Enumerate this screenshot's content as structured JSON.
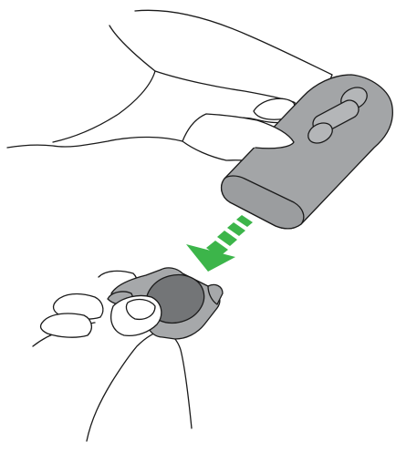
{
  "figure": {
    "colors": {
      "background": "#ffffff",
      "outline": "#1a1a1a",
      "remote_body": "#a3a5a7",
      "remote_end": "#9b9d9f",
      "remote_buttons": "#b4b6b8",
      "battery": "#737577",
      "battery_holder": "#a6a8aa",
      "arrow": "#3cb54a"
    },
    "icons": [
      "right-hand",
      "remote-control",
      "battery-holder",
      "coin-battery",
      "left-hand",
      "pull-direction-arrow"
    ]
  }
}
